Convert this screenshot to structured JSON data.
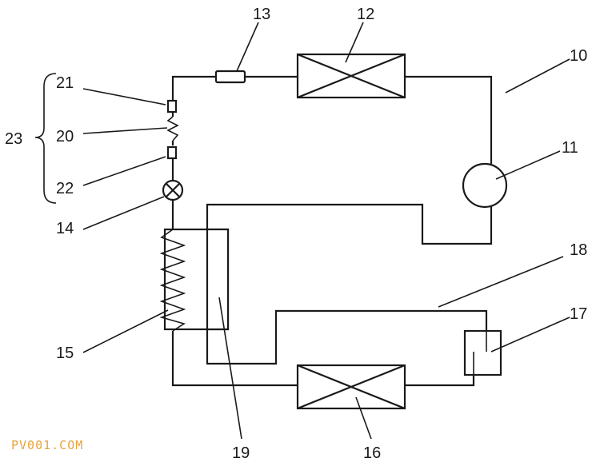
{
  "labels": {
    "10": "10",
    "11": "11",
    "12": "12",
    "13": "13",
    "14": "14",
    "15": "15",
    "16": "16",
    "17": "17",
    "18": "18",
    "19": "19",
    "20": "20",
    "21": "21",
    "22": "22",
    "23": "23"
  },
  "watermark": "PV001.COM",
  "colors": {
    "line": "#1a1a1a",
    "watermark": "#e8a23a"
  }
}
